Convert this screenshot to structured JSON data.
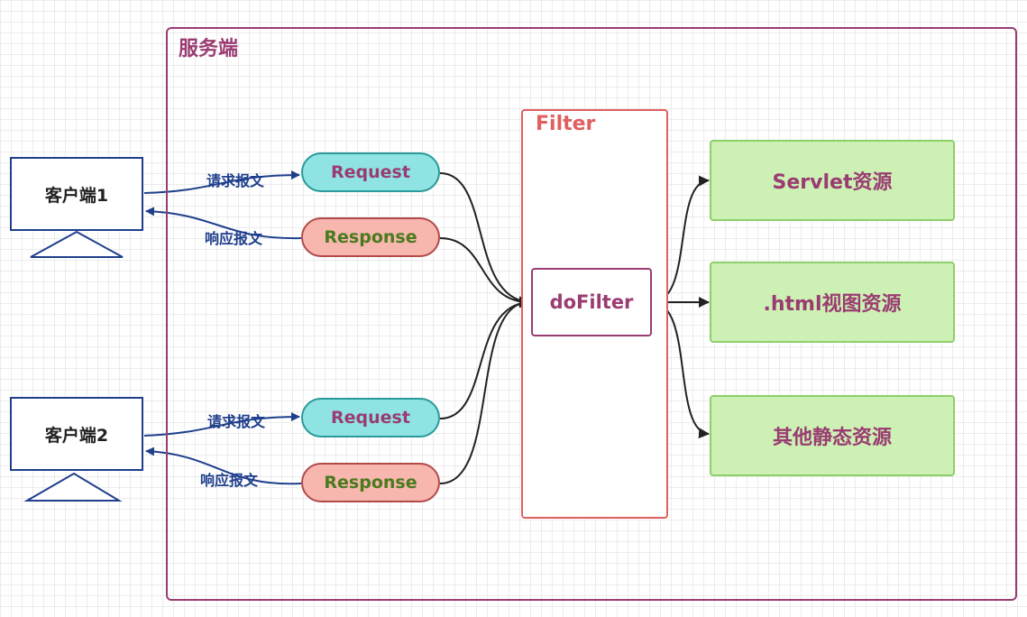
{
  "server": {
    "title": "服务端"
  },
  "clients": [
    {
      "label": "客户端1",
      "request_msg": "请求报文",
      "response_msg": "响应报文"
    },
    {
      "label": "客户端2",
      "request_msg": "请求报文",
      "response_msg": "响应报文"
    }
  ],
  "pills": {
    "request": "Request",
    "response": "Response"
  },
  "filter": {
    "title": "Filter",
    "method": "doFilter"
  },
  "resources": [
    "Servlet资源",
    ".html视图资源",
    "其他静态资源"
  ],
  "colors": {
    "server_border": "#9a3c72",
    "client_border": "#1f3f8c",
    "request_fill": "#8fe3e3",
    "response_fill": "#f7b6ae",
    "filter_border": "#e06060",
    "resource_fill": "#cdf0b4"
  }
}
